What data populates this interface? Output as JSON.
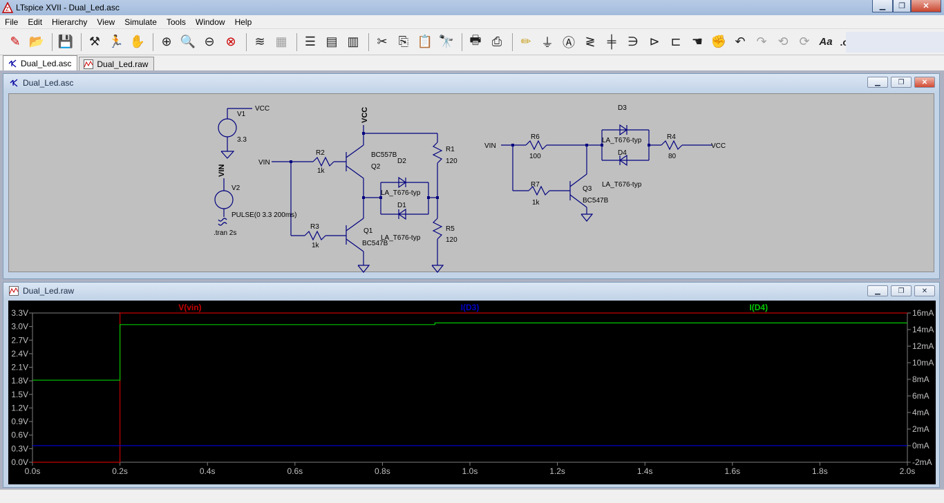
{
  "window": {
    "title": "LTspice XVII - Dual_Led.asc"
  },
  "menu": [
    "File",
    "Edit",
    "Hierarchy",
    "View",
    "Simulate",
    "Tools",
    "Window",
    "Help"
  ],
  "tabs": [
    {
      "label": "Dual_Led.asc",
      "icon": "schematic-icon",
      "active": true
    },
    {
      "label": "Dual_Led.raw",
      "icon": "waveform-icon",
      "active": false
    }
  ],
  "schematic_window": {
    "title": "Dual_Led.asc",
    "labels": {
      "v1": "V1",
      "v1_value": "3.3",
      "vcc1": "VCC",
      "vin_net": "VIN",
      "v2": "V2",
      "v2_value": "PULSE(0 3.3 200ms)",
      "tran": ".tran 2s",
      "vin1": "VIN",
      "r2": "R2",
      "r2_value": "1k",
      "r3": "R3",
      "r3_value": "1k",
      "vcc_top": "VCC",
      "q2_model": "BC557B",
      "q2": "Q2",
      "q1": "Q1",
      "q1_model": "BC547B",
      "d2": "D2",
      "d2_model": "LA_T676-typ",
      "d1": "D1",
      "d1_model": "LA_T676-typ",
      "r1": "R1",
      "r1_value": "120",
      "r5": "R5",
      "r5_value": "120",
      "vin2": "VIN",
      "r6": "R6",
      "r6_value": "100",
      "r7": "R7",
      "r7_value": "1k",
      "q3": "Q3",
      "q3_model": "BC547B",
      "d3": "D3",
      "d3_model": "LA_T676-typ",
      "d4": "D4",
      "d4_model": "LA_T676-typ",
      "r4": "R4",
      "r4_value": "80",
      "vcc2": "VCC"
    }
  },
  "waveform_window": {
    "title": "Dual_Led.raw"
  },
  "colors": {
    "vin": "#c80000",
    "id3": "#0000c8",
    "id4": "#00c800",
    "wire": "#00007f"
  },
  "chart_data": {
    "type": "line",
    "x": [
      0,
      0.2,
      0.2,
      0.92,
      2.0
    ],
    "xlabel": "",
    "x_ticks": [
      "0.0s",
      "0.2s",
      "0.4s",
      "0.6s",
      "0.8s",
      "1.0s",
      "1.2s",
      "1.4s",
      "1.6s",
      "1.8s",
      "2.0s"
    ],
    "y_left_ticks": [
      "3.3V",
      "3.0V",
      "2.7V",
      "2.4V",
      "2.1V",
      "1.8V",
      "1.5V",
      "1.2V",
      "0.9V",
      "0.6V",
      "0.3V",
      "0.0V"
    ],
    "y_right_ticks": [
      "16mA",
      "14mA",
      "12mA",
      "10mA",
      "8mA",
      "6mA",
      "4mA",
      "2mA",
      "0mA",
      "-2mA"
    ],
    "xlim": [
      0,
      2
    ],
    "ylim_left": [
      0,
      3.3
    ],
    "ylim_right": [
      -2,
      16
    ],
    "series": [
      {
        "name": "V(vin)",
        "axis": "left",
        "points": [
          [
            0,
            0
          ],
          [
            0.2,
            0
          ],
          [
            0.2,
            3.3
          ],
          [
            2.0,
            3.3
          ]
        ]
      },
      {
        "name": "I(D3)",
        "axis": "right",
        "points": [
          [
            0,
            0
          ],
          [
            2.0,
            0
          ]
        ]
      },
      {
        "name": "I(D4)",
        "axis": "right",
        "points": [
          [
            0,
            7.9
          ],
          [
            0.2,
            7.9
          ],
          [
            0.2,
            14.6
          ],
          [
            0.92,
            14.6
          ],
          [
            0.92,
            14.8
          ],
          [
            2.0,
            14.8
          ]
        ]
      }
    ]
  }
}
